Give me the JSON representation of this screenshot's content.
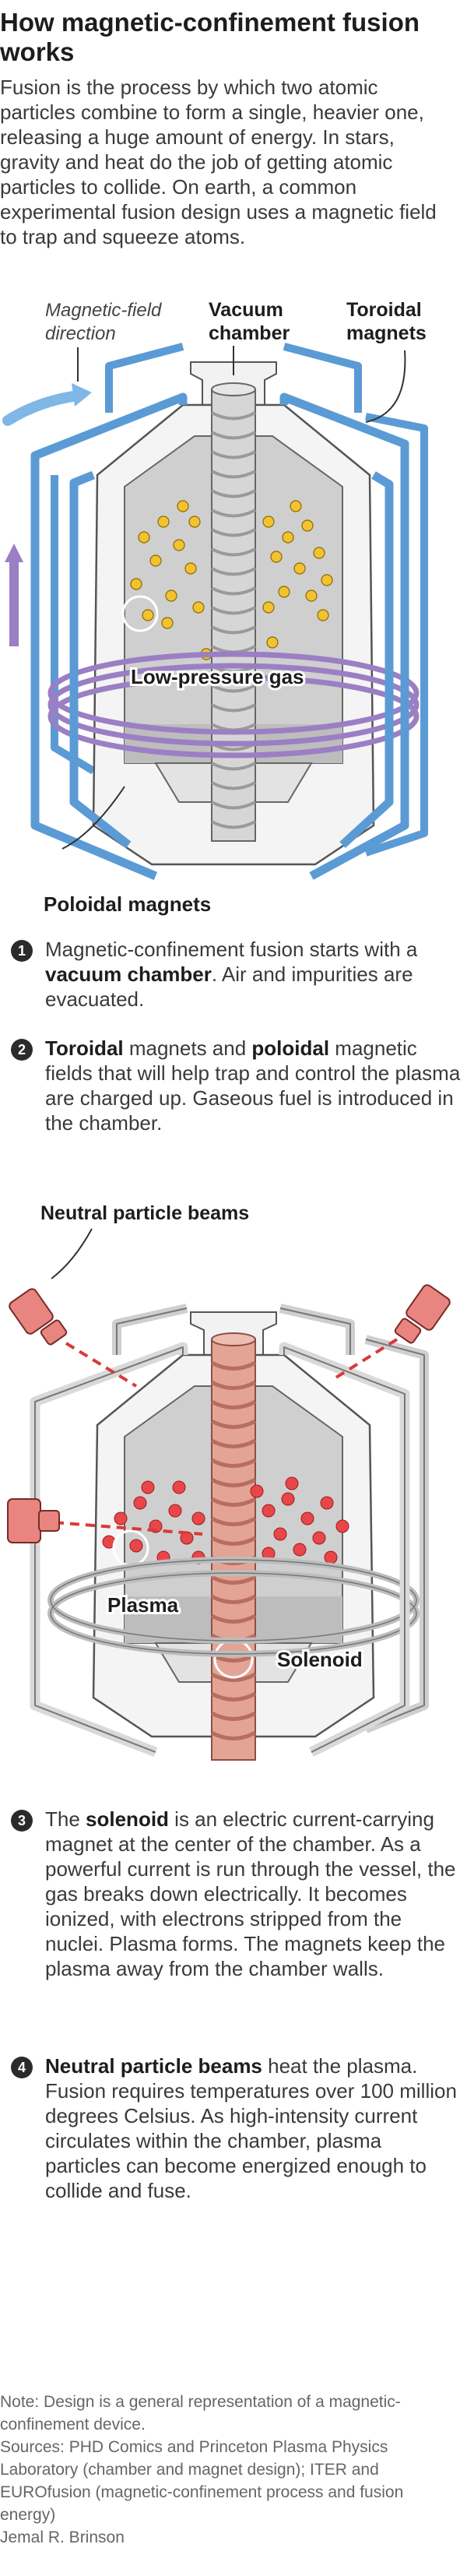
{
  "header": {
    "title": "How magnetic-confinement fusion works",
    "intro": "Fusion is the process by which two atomic particles combine to form a single, heavier one, releasing a huge amount of energy. In stars, gravity and heat do the job of getting atomic particles to collide. On earth, a common experimental fusion design uses a magnetic field to trap and squeeze atoms."
  },
  "figure1": {
    "label_field_direction_1": "Magnetic-field",
    "label_field_direction_2": "direction",
    "label_vacuum_1": "Vacuum",
    "label_vacuum_2": "chamber",
    "label_toroidal_1": "Toroidal",
    "label_toroidal_2": "magnets",
    "label_gas": "Low-pressure gas",
    "label_poloidal": "Poloidal magnets",
    "colors": {
      "toroidal": "#5b9bd5",
      "poloidal": "#9b7fc4",
      "gas": "#f2c230"
    }
  },
  "steps": [
    {
      "num": "1",
      "pre": "Magnetic-confinement fusion starts with a ",
      "bold": "vacuum chamber",
      "post": ". Air and impurities are evacuated."
    },
    {
      "num": "2",
      "bold": "Toroidal",
      "mid": " magnets and ",
      "bold2": "poloidal",
      "post": " magnetic fields that will help trap and control the plasma are charged up. Gaseous fuel is introduced in the chamber."
    },
    {
      "num": "3",
      "pre": "The ",
      "bold": "solenoid",
      "post": " is an electric current-carrying magnet at the center of the chamber. As a powerful current is run through the vessel, the gas breaks down electrically. It becomes ionized, with electrons stripped from the nuclei. Plasma forms. The magnets keep the plasma away from the chamber walls."
    },
    {
      "num": "4",
      "bold": "Neutral particle beams",
      "post": " heat the plasma. Fusion requires temperatures over 100 million degrees Celsius. As high-intensity current circulates within the chamber, plasma particles can become energized enough to collide and fuse."
    }
  ],
  "figure2": {
    "label_beams": "Neutral particle beams",
    "label_plasma": "Plasma",
    "label_solenoid": "Solenoid",
    "colors": {
      "plasma": "#e8474a",
      "solenoid": "#e3a496"
    }
  },
  "footer": {
    "note": "Note: Design is a general representation of a magnetic-confinement device.",
    "sources": "Sources: PHD Comics and Princeton Plasma Physics Laboratory (chamber and magnet design); ITER and EUROfusion (magnetic-confinement process and fusion energy)",
    "credit": "Jemal R. Brinson"
  }
}
